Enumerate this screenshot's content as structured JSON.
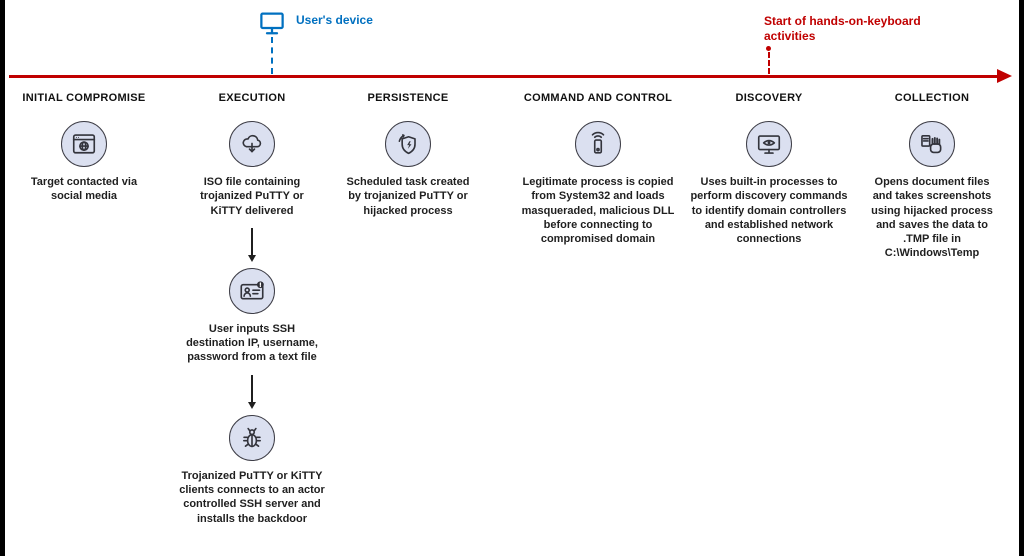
{
  "timeline": {
    "color": "#c00000",
    "device_label": "User's device",
    "device_label_color": "#0070c0",
    "hok_label": "Start of hands-on-keyboard activities",
    "hok_color": "#c00000"
  },
  "stages": [
    {
      "title": "INITIAL COMPROMISE",
      "steps": [
        {
          "icon": "browser-globe-icon",
          "text": "Target contacted via social media"
        }
      ]
    },
    {
      "title": "EXECUTION",
      "steps": [
        {
          "icon": "cloud-download-icon",
          "text": "ISO file containing trojanized PuTTY or KiTTY delivered"
        },
        {
          "icon": "credentials-warning-icon",
          "text": "User inputs SSH destination IP, username, password from a text file"
        },
        {
          "icon": "bug-icon",
          "text": "Trojanized PuTTY or KiTTY clients connects to an actor controlled SSH server and installs the backdoor"
        }
      ]
    },
    {
      "title": "PERSISTENCE",
      "steps": [
        {
          "icon": "shield-refresh-icon",
          "text": "Scheduled task created by trojanized PuTTY or hijacked process"
        }
      ]
    },
    {
      "title": "COMMAND AND CONTROL",
      "steps": [
        {
          "icon": "remote-device-signal-icon",
          "text": "Legitimate process is copied from System32 and loads masqueraded, malicious DLL before connecting to compromised domain"
        }
      ]
    },
    {
      "title": "DISCOVERY",
      "steps": [
        {
          "icon": "monitor-eye-icon",
          "text": "Uses built-in processes to perform discovery commands to identify domain controllers and established network connections"
        }
      ]
    },
    {
      "title": "COLLECTION",
      "steps": [
        {
          "icon": "hand-screenshot-icon",
          "text": "Opens document files and takes screenshots using hijacked process and saves the data to .TMP file in C:\\Windows\\Temp"
        }
      ]
    }
  ]
}
